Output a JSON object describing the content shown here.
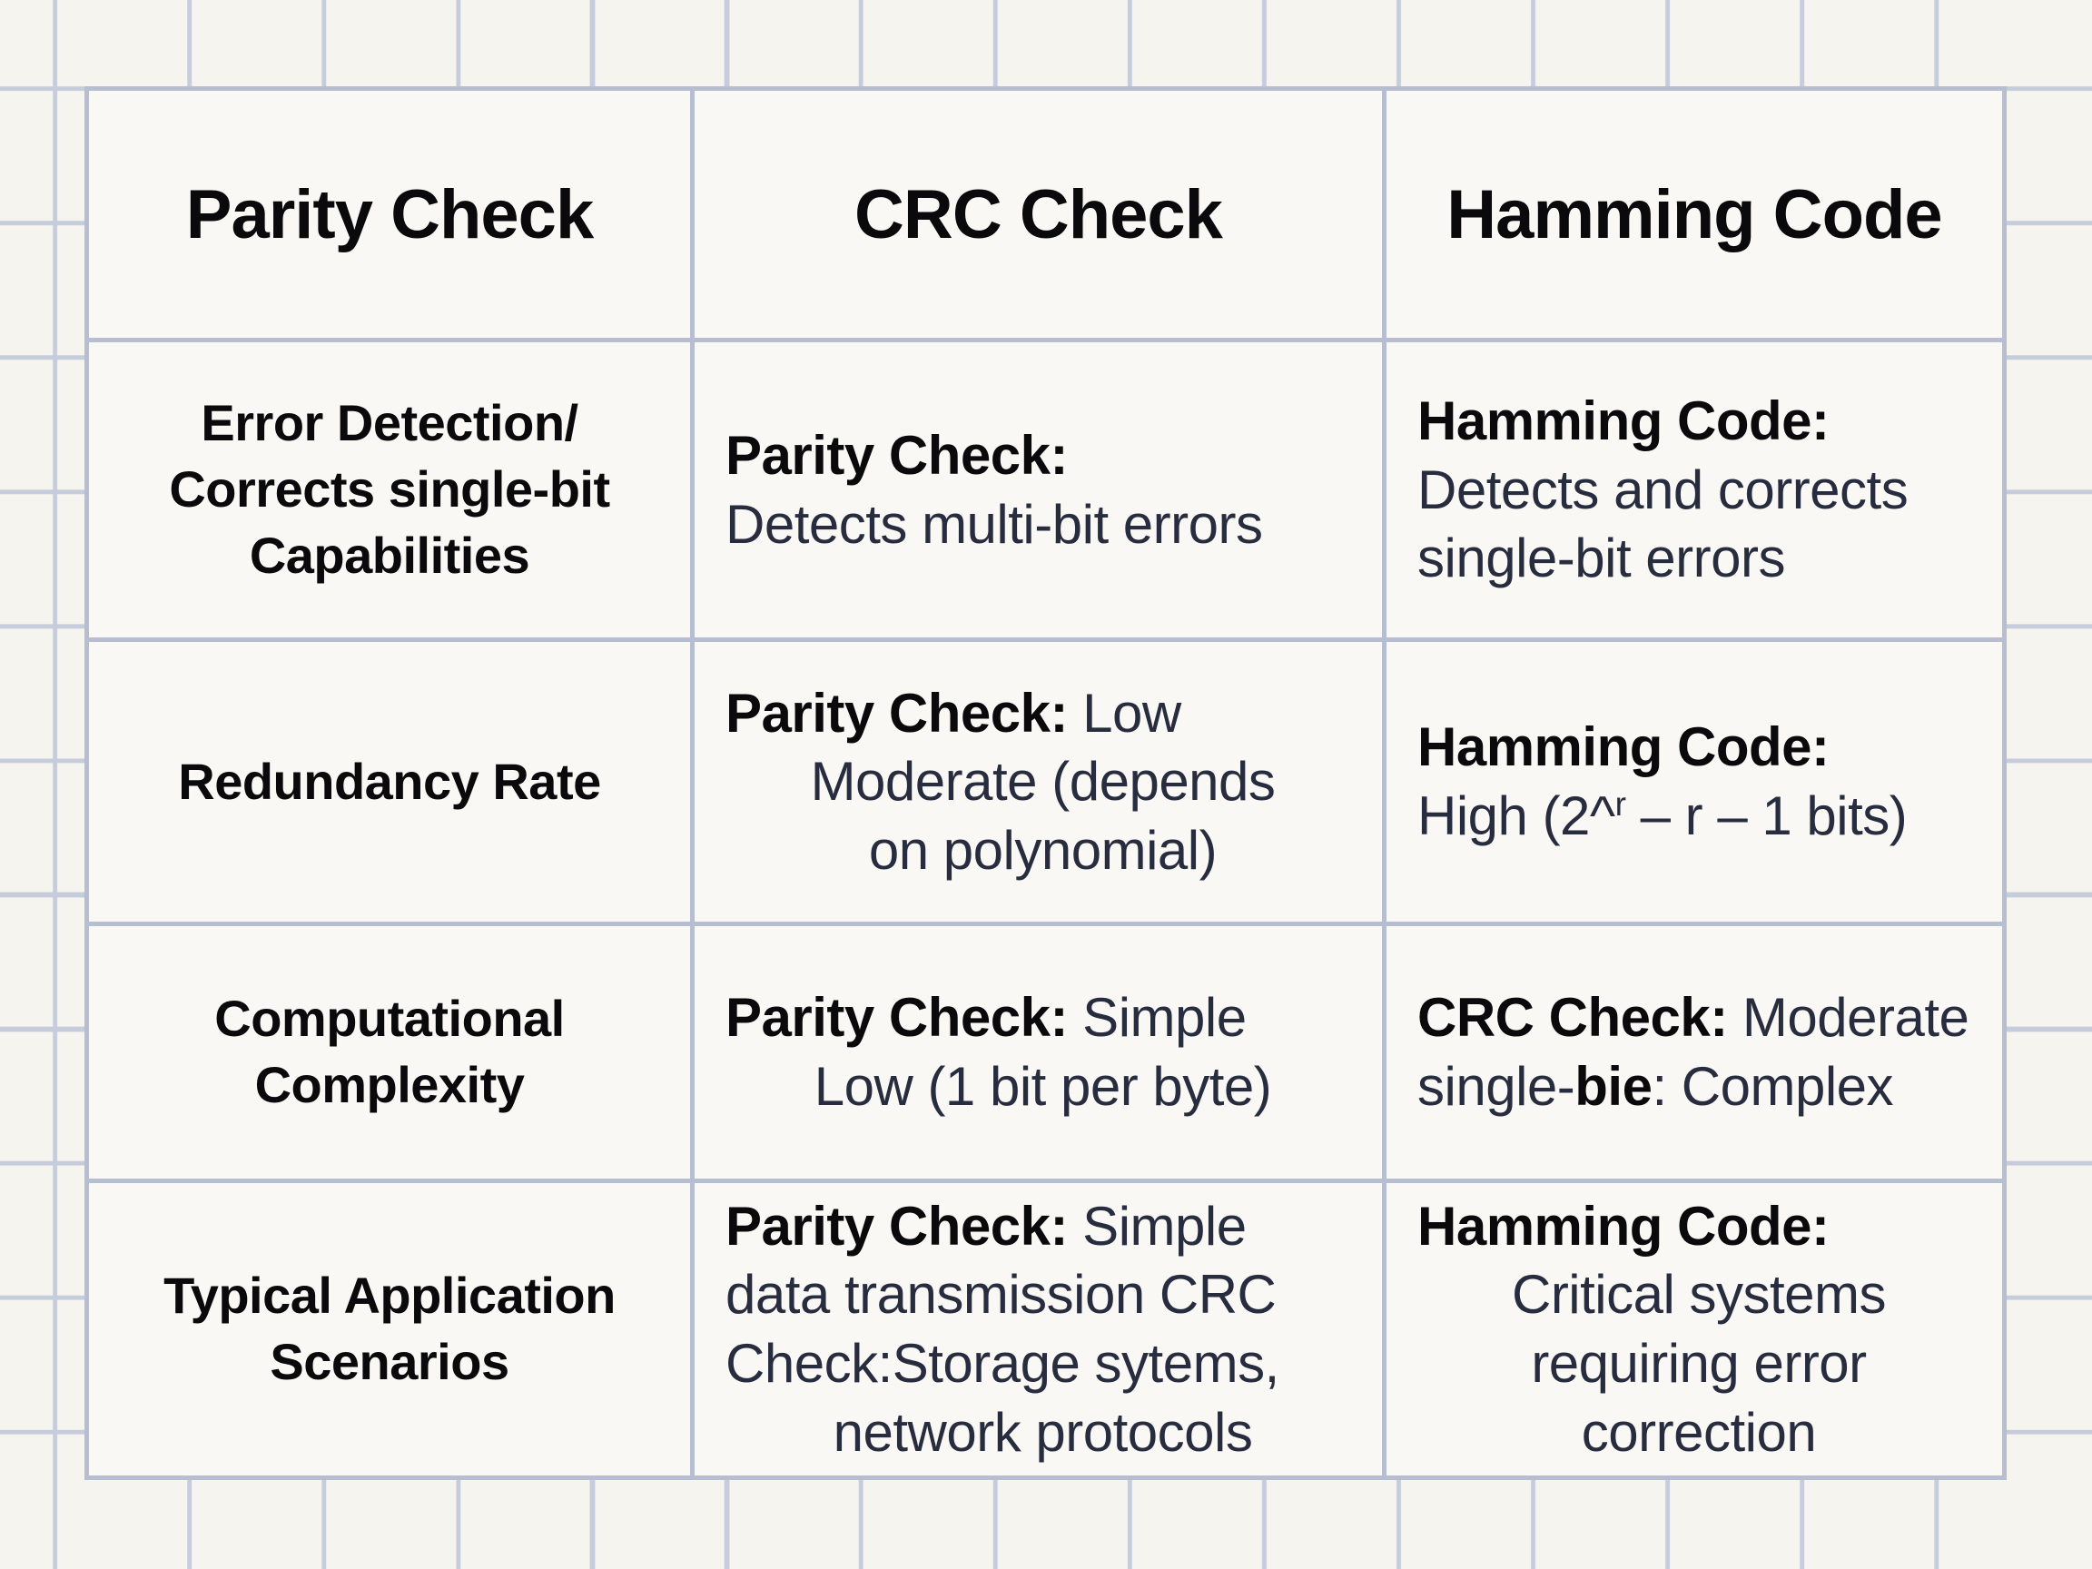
{
  "theme": {
    "paper_bg": "#f6f4ef",
    "cell_bg": "#faf8f4",
    "grid_line": "#c6ccdb",
    "table_border": "#b7bed2",
    "heading_color": "#0a0a0c",
    "body_color": "#272d3f"
  },
  "chart_data": {
    "type": "table",
    "title": "",
    "columns": [
      "Parity Check",
      "CRC Check",
      "Hamming Code"
    ],
    "rows": [
      {
        "label": "Error Detection/ Corrects single-bit Capabilities",
        "cells": [
          "Parity Check: Detects multi-bit errors",
          "Hamming Code: Detects and corrects single-bit errors"
        ]
      },
      {
        "label": "Redundancy Rate",
        "cells": [
          "Parity Check: Low Moderate (depends on polynomial)",
          "Hamming Code: High (2^r – r – 1 bits)"
        ]
      },
      {
        "label": "Computational Complexity",
        "cells": [
          "Parity Check: Simple Low (1 bit per byte)",
          "CRC Check: Moderate single-bie: Complex"
        ]
      },
      {
        "label": "Typical Application Scenarios",
        "cells": [
          "Parity Check: Simple data transmission CRC Check:Storage sytems, network protocols",
          "Hamming Code: Critical systems requiring error correction"
        ]
      }
    ]
  },
  "table": {
    "columns": [
      "Parity Check",
      "CRC Check",
      "Hamming Code"
    ],
    "rows": [
      {
        "label_lines": [
          "Error Detection/",
          "Corrects single-bit",
          "Capabilities"
        ],
        "cells": [
          {
            "lines": [
              {
                "align": "left",
                "segments": [
                  {
                    "t": "Parity Check:",
                    "b": true
                  }
                ]
              },
              {
                "align": "left",
                "segments": [
                  {
                    "t": "Detects multi-bit errors"
                  }
                ]
              }
            ]
          },
          {
            "lines": [
              {
                "align": "left",
                "segments": [
                  {
                    "t": "Hamming Code:",
                    "b": true
                  }
                ]
              },
              {
                "align": "left",
                "segments": [
                  {
                    "t": "Detects and corrects"
                  }
                ]
              },
              {
                "align": "left",
                "segments": [
                  {
                    "t": "single-bit errors"
                  }
                ]
              }
            ]
          }
        ]
      },
      {
        "label_lines": [
          "Redundancy Rate"
        ],
        "cells": [
          {
            "lines": [
              {
                "align": "left",
                "segments": [
                  {
                    "t": "Parity Check: ",
                    "b": true
                  },
                  {
                    "t": "Low"
                  }
                ]
              },
              {
                "align": "center",
                "segments": [
                  {
                    "t": "Moderate (depends"
                  }
                ]
              },
              {
                "align": "center",
                "segments": [
                  {
                    "t": "on polynomial)"
                  }
                ]
              }
            ]
          },
          {
            "lines": [
              {
                "align": "left",
                "segments": [
                  {
                    "t": "Hamming Code:",
                    "b": true
                  }
                ]
              },
              {
                "align": "left",
                "segments": [
                  {
                    "t": "High (2^"
                  },
                  {
                    "t": "r",
                    "sup": true
                  },
                  {
                    "t": " – r – 1 bits)"
                  }
                ]
              }
            ]
          }
        ]
      },
      {
        "label_lines": [
          "Computational",
          "Complexity"
        ],
        "cells": [
          {
            "lines": [
              {
                "align": "left",
                "segments": [
                  {
                    "t": "Parity Check: ",
                    "b": true
                  },
                  {
                    "t": "Simple"
                  }
                ]
              },
              {
                "align": "center",
                "segments": [
                  {
                    "t": "Low (1 bit per byte)"
                  }
                ]
              }
            ]
          },
          {
            "lines": [
              {
                "align": "left",
                "segments": [
                  {
                    "t": "CRC Check: ",
                    "b": true
                  },
                  {
                    "t": "Moderate"
                  }
                ]
              },
              {
                "align": "left",
                "segments": [
                  {
                    "t": "single-"
                  },
                  {
                    "t": "bie",
                    "b": true
                  },
                  {
                    "t": ": Complex"
                  }
                ]
              }
            ]
          }
        ]
      },
      {
        "label_lines": [
          "Typical Application",
          "Scenarios"
        ],
        "cells": [
          {
            "lines": [
              {
                "align": "left",
                "segments": [
                  {
                    "t": "Parity Check: ",
                    "b": true
                  },
                  {
                    "t": "Simple"
                  }
                ]
              },
              {
                "align": "left",
                "segments": [
                  {
                    "t": "data transmission CRC"
                  }
                ]
              },
              {
                "align": "left",
                "segments": [
                  {
                    "t": "Check:Storage sytems,"
                  }
                ]
              },
              {
                "align": "center",
                "segments": [
                  {
                    "t": "network protocols"
                  }
                ]
              }
            ]
          },
          {
            "lines": [
              {
                "align": "left",
                "segments": [
                  {
                    "t": "Hamming Code:",
                    "b": true
                  }
                ]
              },
              {
                "align": "center",
                "segments": [
                  {
                    "t": "Critical systems"
                  }
                ]
              },
              {
                "align": "center",
                "segments": [
                  {
                    "t": "requiring error"
                  }
                ]
              },
              {
                "align": "center",
                "segments": [
                  {
                    "t": "correction"
                  }
                ]
              }
            ]
          }
        ]
      }
    ]
  }
}
